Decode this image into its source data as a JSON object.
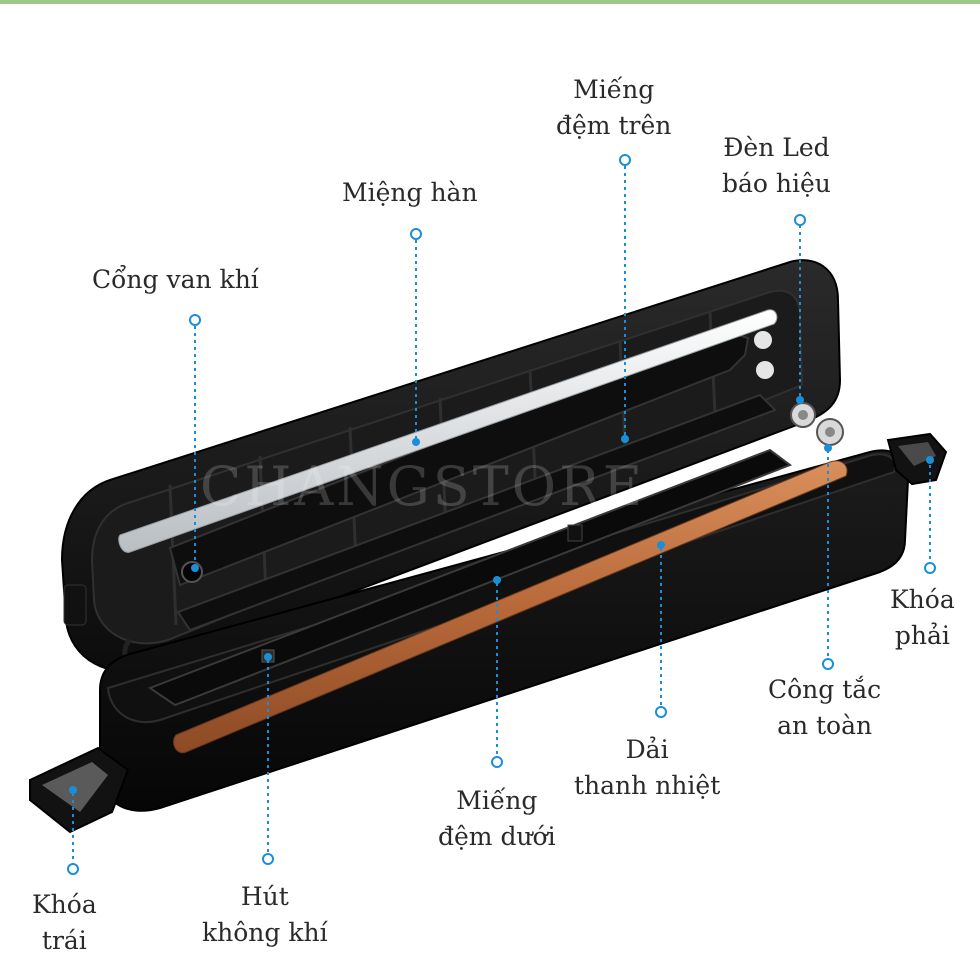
{
  "watermark": "CHANGSTORE",
  "colors": {
    "callout_line": "#1a8fd8",
    "device_body": "#141414",
    "heating_strip": "#c27a4a",
    "seal_bar": "#e6e8ea",
    "label_text": "#2a2a2a"
  },
  "labels": {
    "air_valve": {
      "line1": "Cổng van khí"
    },
    "seal_bar": {
      "line1": "Miệng hàn"
    },
    "upper_gasket": {
      "line1": "Miếng",
      "line2": "đệm trên"
    },
    "led": {
      "line1": "Đèn Led",
      "line2": "báo hiệu"
    },
    "right_lock": {
      "line1": "Khóa",
      "line2": "phải"
    },
    "safety_switch": {
      "line1": "Công tắc",
      "line2": "an toàn"
    },
    "heating_strip": {
      "line1": "Dải",
      "line2": "thanh nhiệt"
    },
    "lower_gasket": {
      "line1": "Miếng",
      "line2": "đệm dưới"
    },
    "air_suction": {
      "line1": "Hút",
      "line2": "không khí"
    },
    "left_lock": {
      "line1": "Khóa",
      "line2": "trái"
    }
  }
}
